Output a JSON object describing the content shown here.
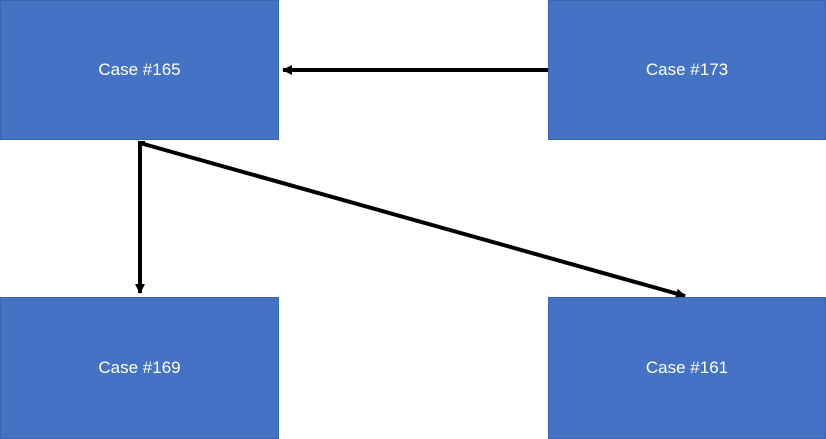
{
  "theme": {
    "node_fill": "#4472c4",
    "edge_color": "#000000"
  },
  "nodes": {
    "case_165": {
      "label": "Case #165"
    },
    "case_173": {
      "label": "Case #173"
    },
    "case_169": {
      "label": "Case #169"
    },
    "case_161": {
      "label": "Case #161"
    }
  },
  "edges": [
    {
      "from": "Case #173",
      "to": "Case #165"
    },
    {
      "from": "Case #165",
      "to": "Case #169"
    },
    {
      "from": "Case #165",
      "to": "Case #161"
    }
  ]
}
